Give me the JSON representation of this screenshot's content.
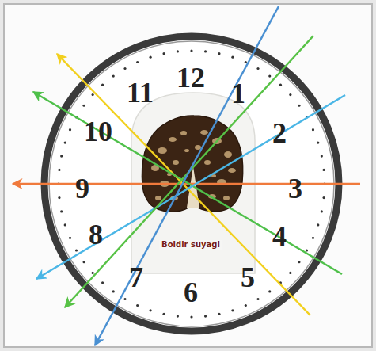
{
  "diagram": {
    "labels": [
      "12",
      "1",
      "2",
      "3",
      "4",
      "5",
      "6",
      "7",
      "8",
      "9",
      "10",
      "11",
      "Boldir suyagi"
    ]
  }
}
